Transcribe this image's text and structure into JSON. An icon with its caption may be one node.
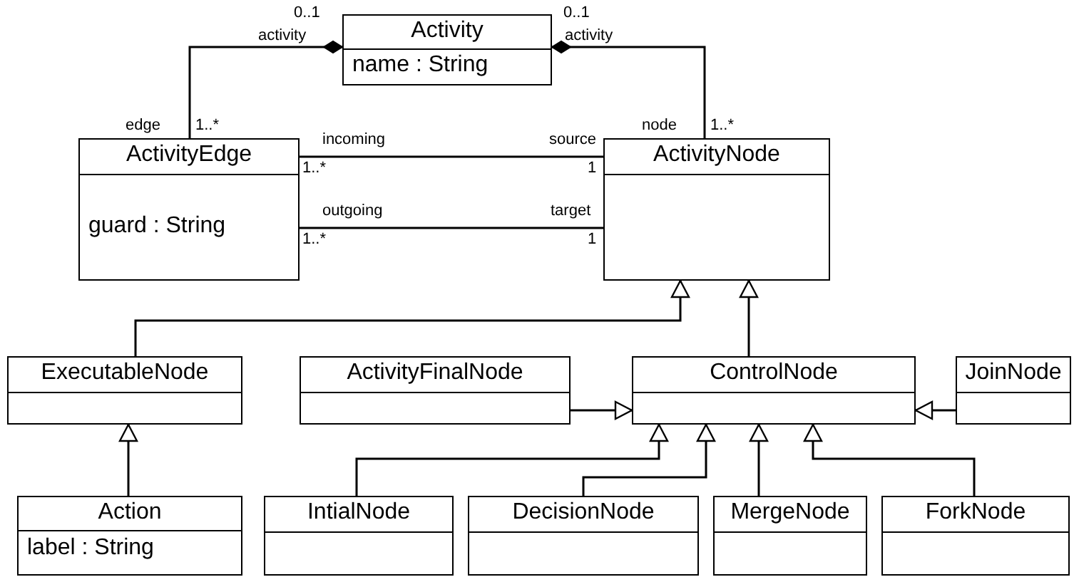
{
  "diagram": {
    "nodes": [
      {
        "text": [
          "Activity",
          "name : String"
        ]
      },
      {
        "text": [
          "ActivityEdge",
          "guard : String"
        ]
      },
      {
        "text": [
          "ActivityNode"
        ]
      },
      {
        "text": [
          "ExecutableNode"
        ]
      },
      {
        "text": [
          "ControlNode"
        ]
      },
      {
        "text": [
          "ActivityFinalNode"
        ]
      },
      {
        "text": [
          "JoinNode"
        ]
      },
      {
        "text": [
          "Action",
          "label : String"
        ]
      },
      {
        "text": [
          "IntialNode"
        ]
      },
      {
        "text": [
          "DecisionNode"
        ]
      },
      {
        "text": [
          "MergeNode"
        ]
      },
      {
        "text": [
          "ForkNode"
        ]
      }
    ],
    "edges": [
      {
        "from": 0,
        "to": 1,
        "arrow": "other"
      },
      {
        "from": 0,
        "to": 2,
        "arrow": "other"
      },
      {
        "from": 1,
        "to": 2,
        "arrow": "none"
      },
      {
        "from": 1,
        "to": 2,
        "arrow": "none"
      },
      {
        "from": 3,
        "to": 2,
        "arrow": "to"
      },
      {
        "from": 4,
        "to": 2,
        "arrow": "to"
      },
      {
        "from": 5,
        "to": 4,
        "arrow": "to"
      },
      {
        "from": 6,
        "to": 4,
        "arrow": "to"
      },
      {
        "from": 7,
        "to": 3,
        "arrow": "to"
      },
      {
        "from": 8,
        "to": 4,
        "arrow": "to"
      },
      {
        "from": 9,
        "to": 4,
        "arrow": "to"
      },
      {
        "from": 10,
        "to": 4,
        "arrow": "to"
      },
      {
        "from": 11,
        "to": 4,
        "arrow": "to"
      }
    ],
    "labels": [
      "0..1",
      "0..1",
      "activity",
      "activity",
      "edge",
      "1..*",
      "node",
      "1..*",
      "incoming",
      "source",
      "1..*",
      "1",
      "outgoing",
      "target",
      "1..*",
      "1"
    ]
  }
}
